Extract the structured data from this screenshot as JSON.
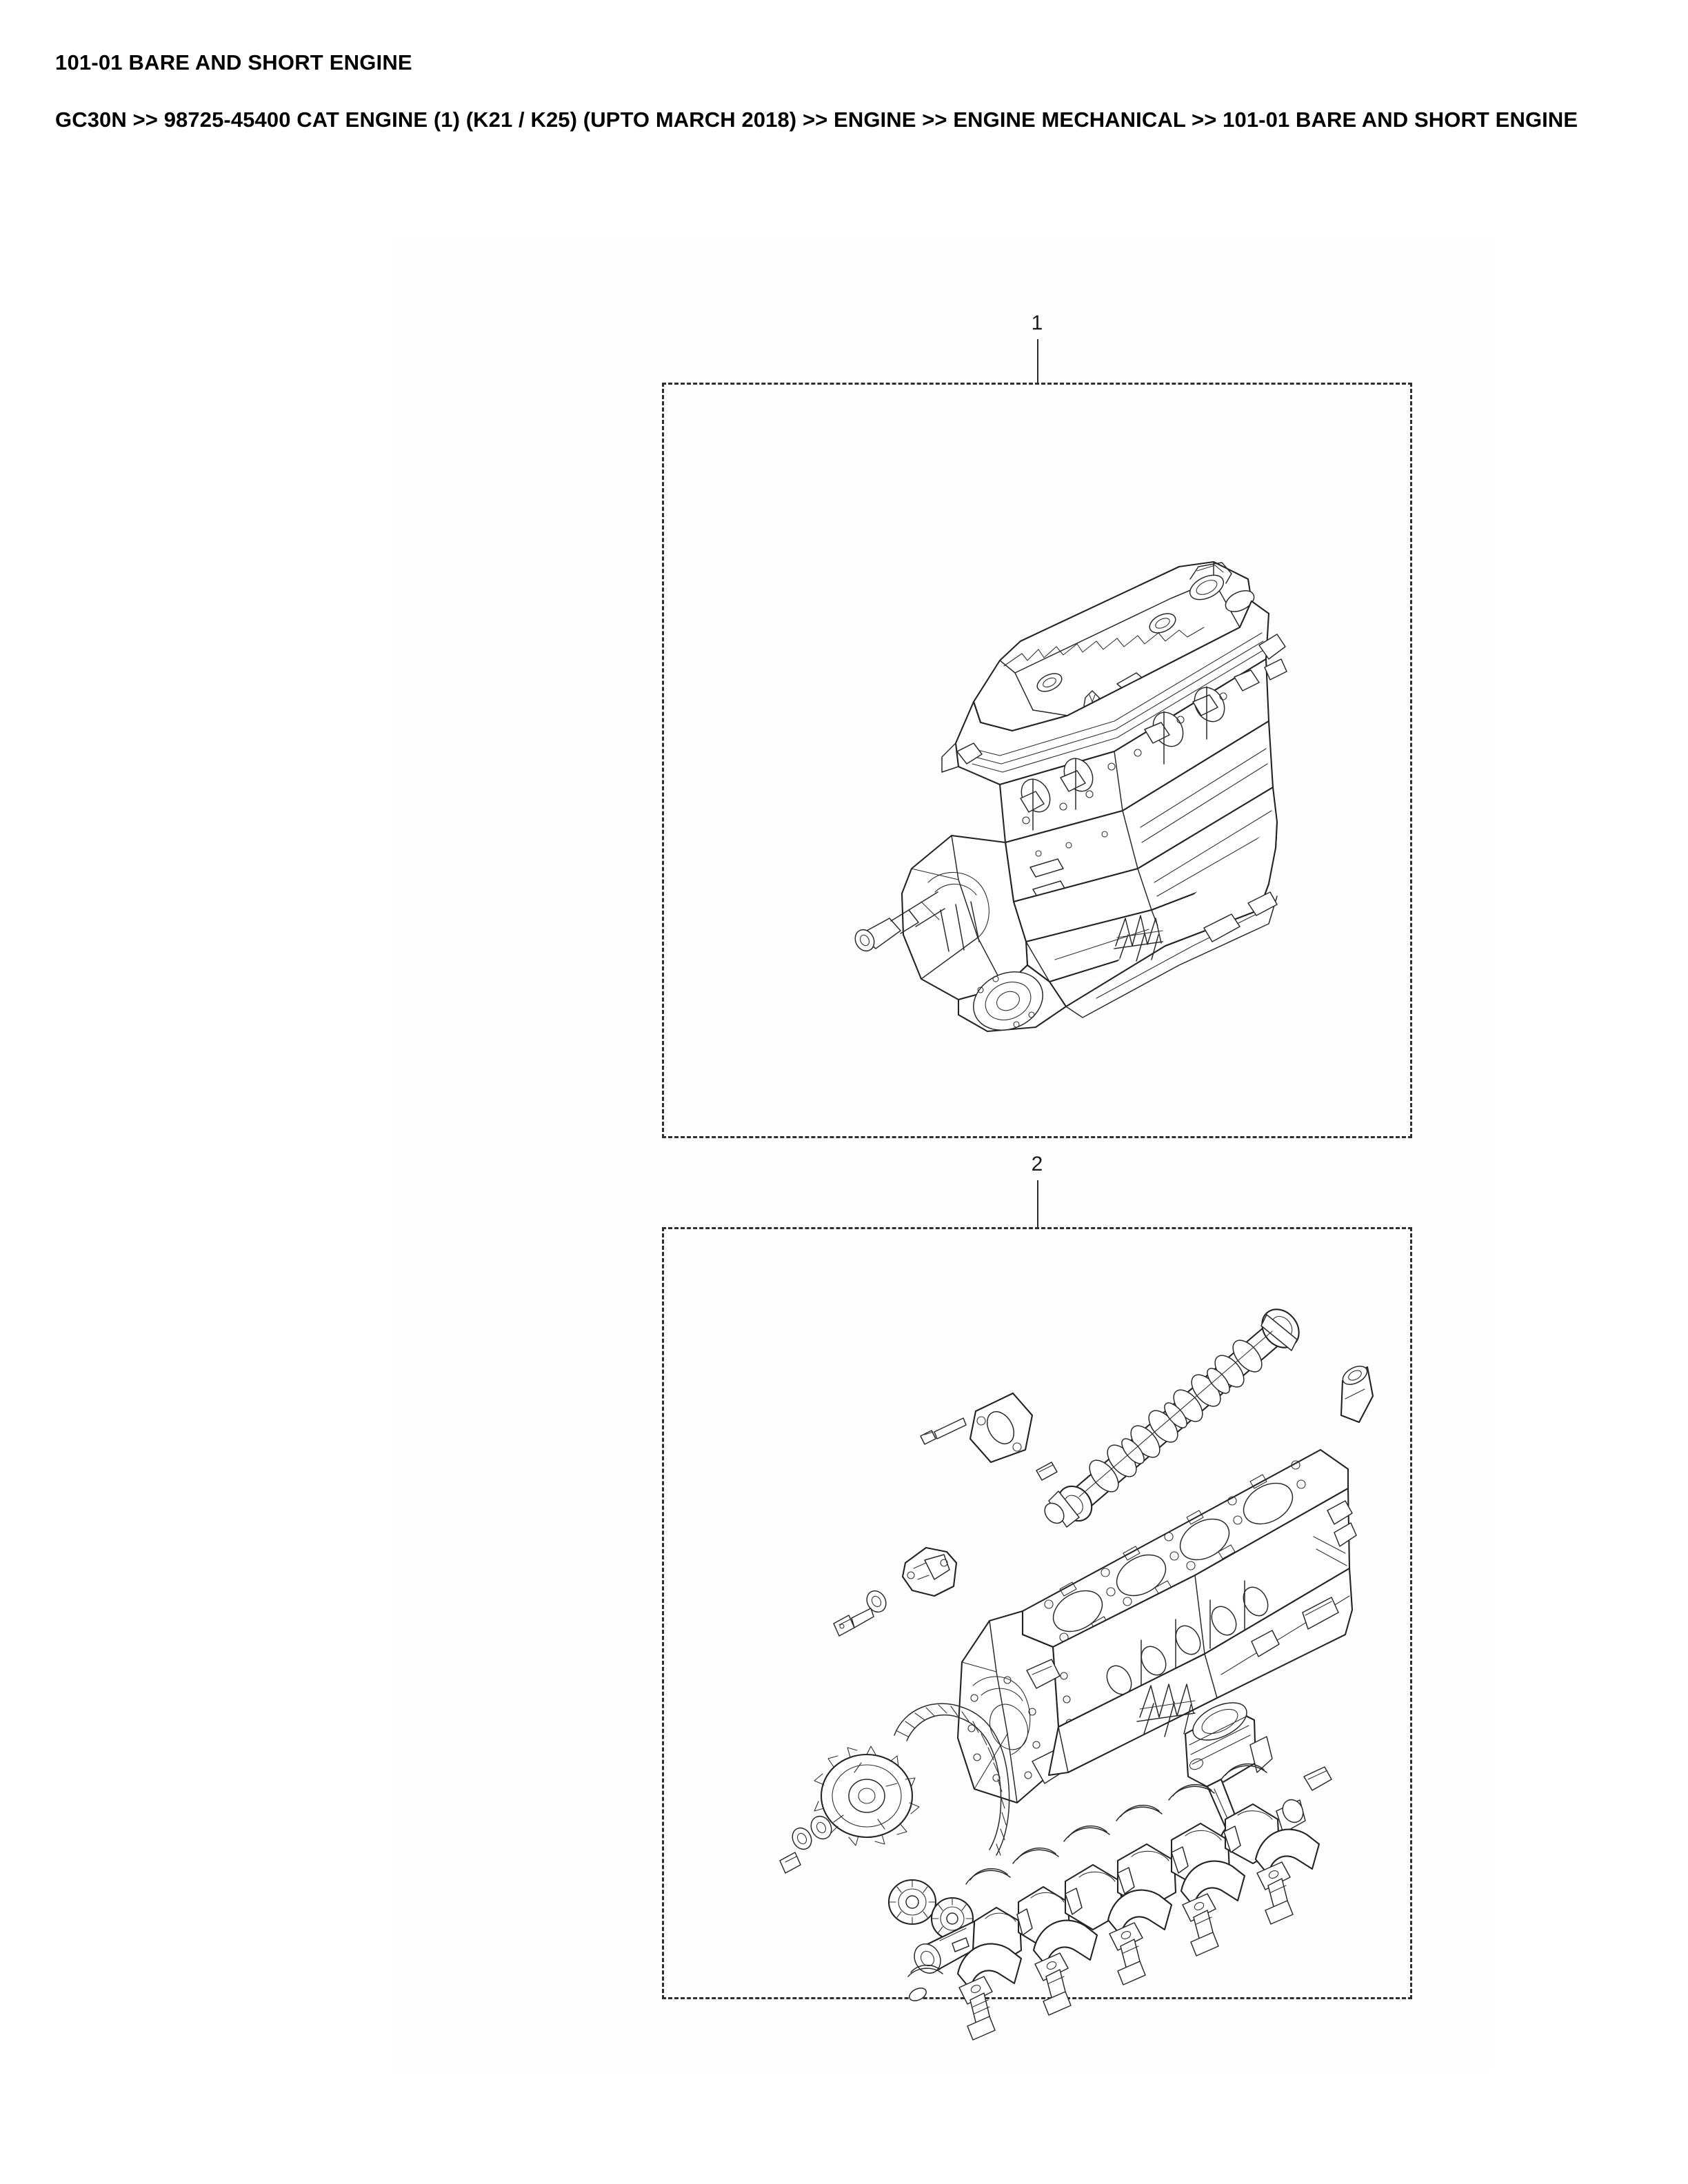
{
  "document": {
    "title": "101-01 BARE AND SHORT ENGINE",
    "breadcrumb": "GC30N >> 98725-45400 CAT ENGINE (1) (K21 / K25) (UPTO MARCH 2018) >> ENGINE >> ENGINE MECHANICAL >> 101-01 BARE AND SHORT ENGINE"
  },
  "figures": [
    {
      "callout": "1",
      "name": "bare-engine-assembly",
      "description": "Bare engine assembly with cylinder head, valve cover, intake and exhaust manifold flanges, timing cover and oil pan"
    },
    {
      "callout": "2",
      "name": "short-engine-assembly",
      "description": "Short engine assembly with camshaft, cylinder block, timing chain and sprocket, piston with connecting rod, crankshaft with main bearing caps and bolts"
    }
  ],
  "colors": {
    "text": "#000000",
    "line": "#232323",
    "dashed_box": "#2e2e2e",
    "panel": "#fdfdfe",
    "background": "#ffffff"
  }
}
